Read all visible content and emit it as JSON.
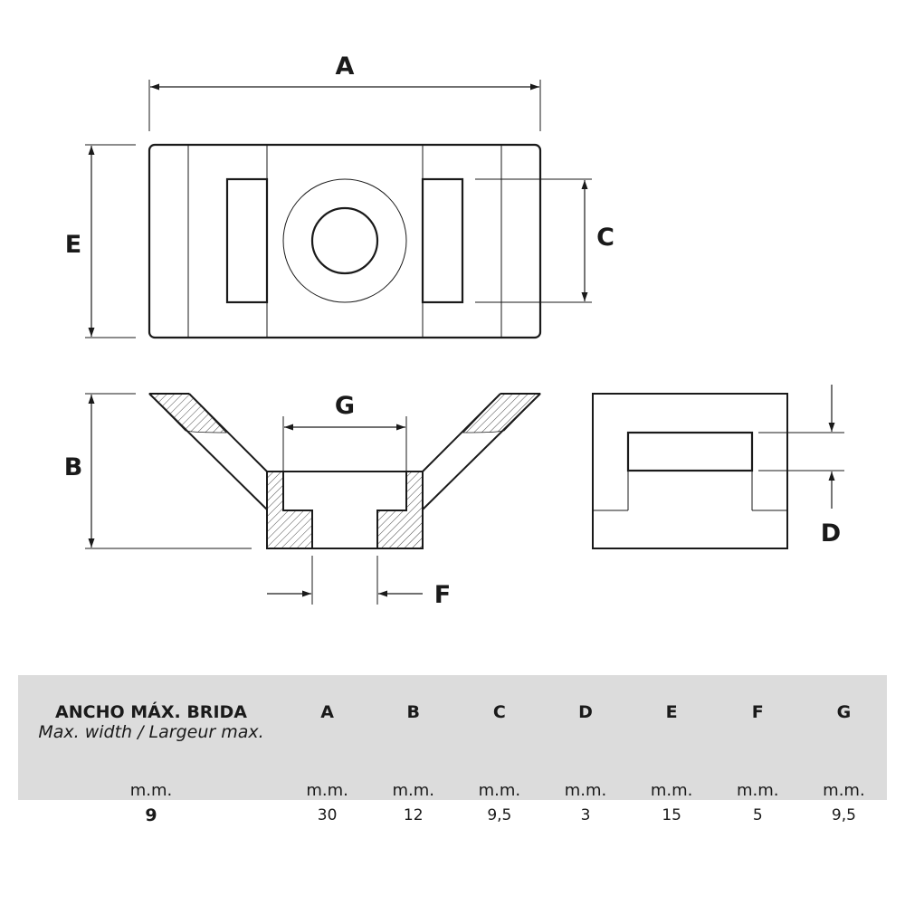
{
  "diagram": {
    "labels": {
      "A": "A",
      "B": "B",
      "C": "C",
      "D": "D",
      "E": "E",
      "F": "F",
      "G": "G"
    }
  },
  "table": {
    "header_title": "ANCHO MÁX. BRIDA",
    "header_subtitle": "Max. width / Largeur max.",
    "unit_first": "m.m.",
    "columns": [
      "A",
      "B",
      "C",
      "D",
      "E",
      "F",
      "G"
    ],
    "units": [
      "m.m.",
      "m.m.",
      "m.m.",
      "m.m.",
      "m.m.",
      "m.m.",
      "m.m."
    ],
    "rows": [
      {
        "first": "9",
        "values": [
          "30",
          "12",
          "9,5",
          "3",
          "15",
          "5",
          "9,5"
        ]
      }
    ]
  },
  "colors": {
    "stroke": "#1a1a1a",
    "table_header_bg": "#dcdcdc",
    "background": "#ffffff"
  }
}
